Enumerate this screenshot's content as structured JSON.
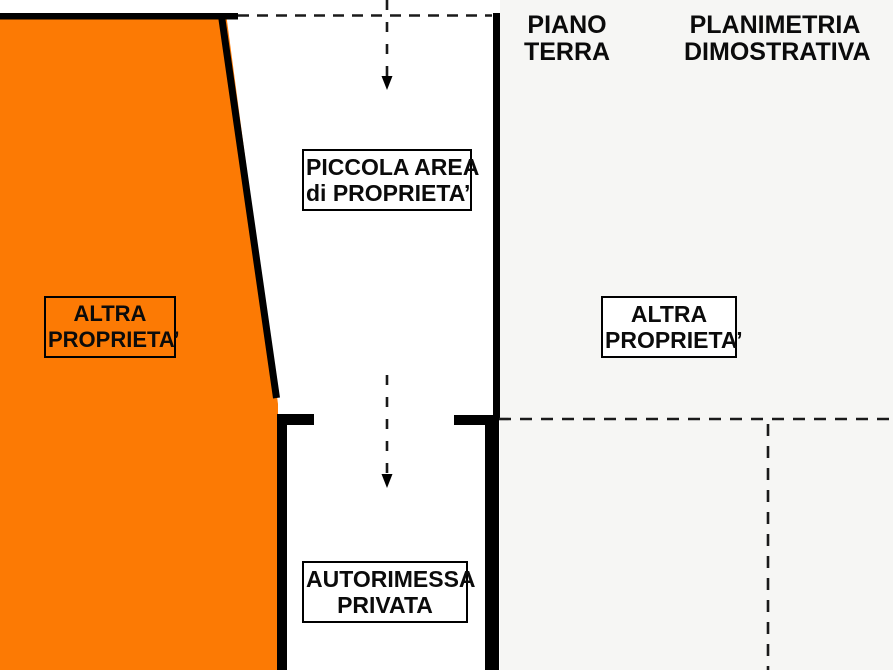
{
  "page": {
    "background": "#ffffff",
    "right_area_background": "#f6f6f4"
  },
  "colors": {
    "orange": "#fc7a04",
    "wall": "#000000",
    "text": "#0b0b0b"
  },
  "titles": {
    "floor": {
      "line1": "PIANO",
      "line2": "TERRA"
    },
    "drawing": {
      "line1": "PLANIMETRIA",
      "line2": "DIMOSTRATIVA"
    }
  },
  "labels": {
    "small_area": {
      "line1": "PICCOLA AREA",
      "line2": "di PROPRIETA’"
    },
    "other_property_left": {
      "line1": "ALTRA",
      "line2": "PROPRIETA’"
    },
    "other_property_right": {
      "line1": "ALTRA",
      "line2": "PROPRIETA’"
    },
    "garage": {
      "line1": "AUTORIMESSA",
      "line2": "PRIVATA"
    }
  }
}
